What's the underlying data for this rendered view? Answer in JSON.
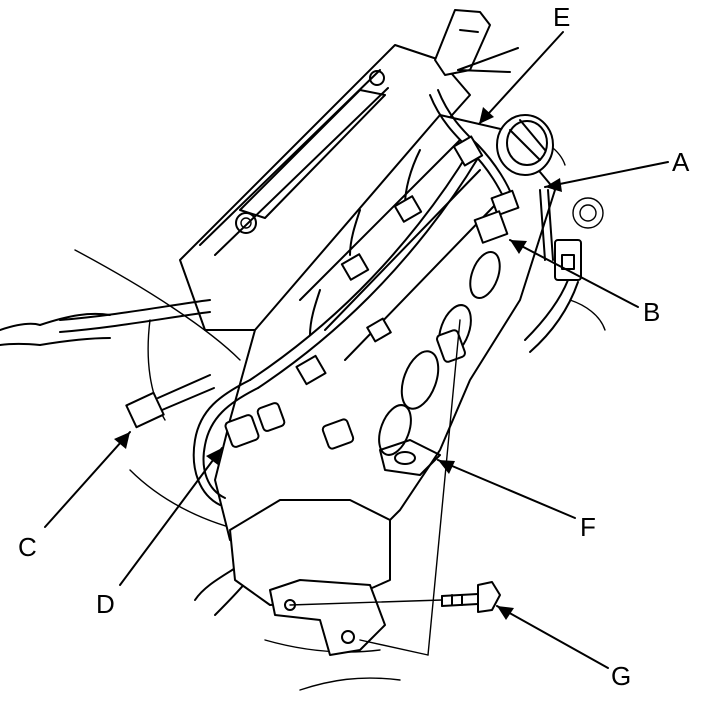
{
  "diagram": {
    "callouts": [
      {
        "key": "A",
        "label": "A"
      },
      {
        "key": "B",
        "label": "B"
      },
      {
        "key": "C",
        "label": "C"
      },
      {
        "key": "D",
        "label": "D"
      },
      {
        "key": "E",
        "label": "E"
      },
      {
        "key": "F",
        "label": "F"
      },
      {
        "key": "G",
        "label": "G"
      }
    ]
  }
}
